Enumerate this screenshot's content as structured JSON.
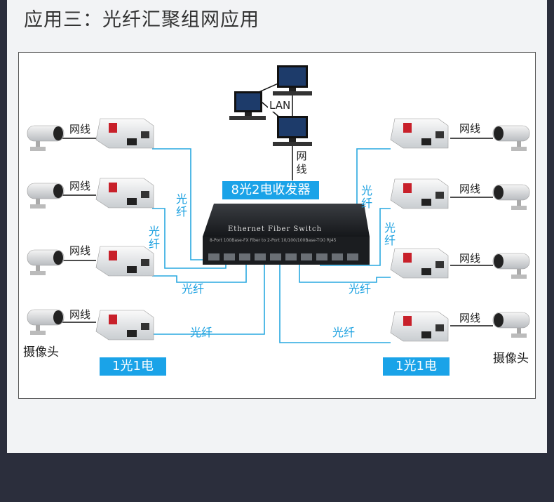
{
  "heading": "应用三：光纤汇聚组网应用",
  "labels": {
    "cable": "网线",
    "fiber": "光纤",
    "lan": "LAN",
    "camera": "摄像头",
    "converter_tag": "1光1电",
    "switch_tag": "8光2电收发器"
  },
  "switch": {
    "title": "Ethernet Fiber Switch",
    "subtitle": "8-Port 100Base-FX Fiber to 2-Port 10/100/100Base-T(X) RJ45"
  },
  "colors": {
    "fiber_line": "#29a8e0",
    "tag_bg": "#1aa3e8",
    "page_bg": "#2b2e3c",
    "card_bg": "#f2f3f5"
  },
  "icons": [
    "camera-icon",
    "media-converter-icon",
    "computer-icon",
    "fiber-switch-icon"
  ]
}
